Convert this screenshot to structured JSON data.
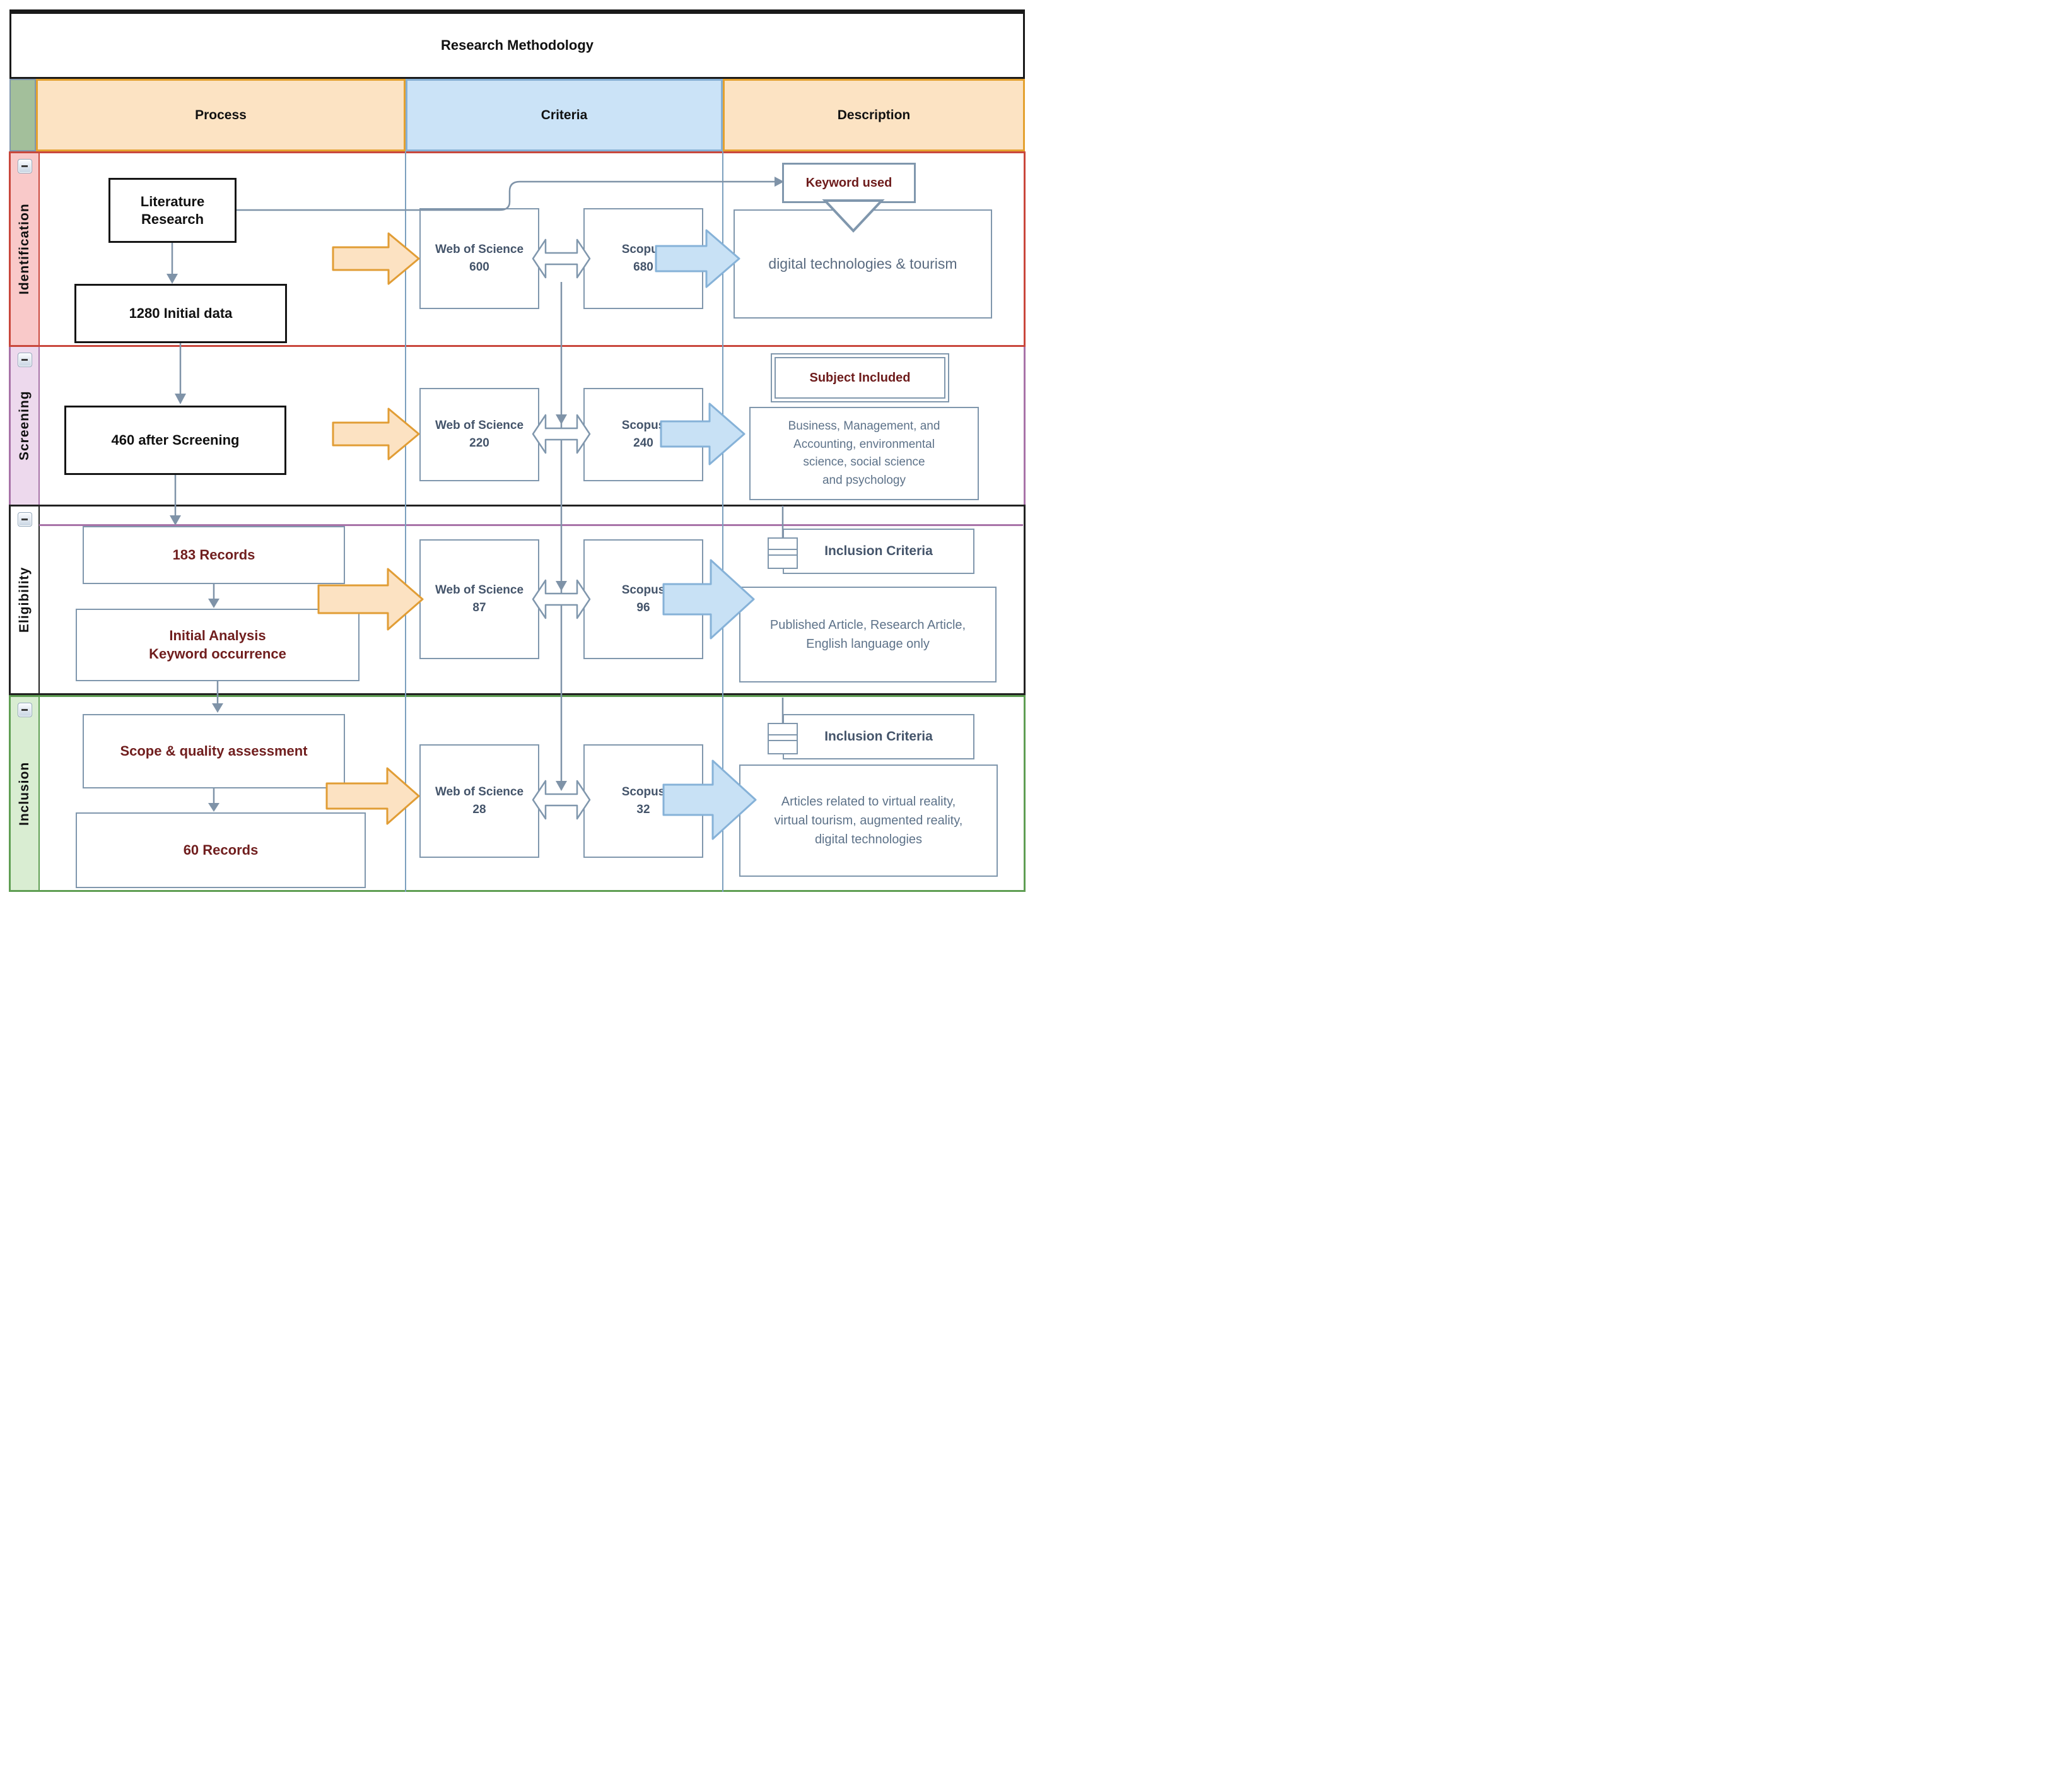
{
  "title": "Research Methodology",
  "columns": {
    "process": "Process",
    "criteria": "Criteria",
    "description": "Description"
  },
  "icons": {
    "collapse": "collapse-minus-icon",
    "criteria_marker": "table-icon"
  },
  "identification": {
    "label": "Identification",
    "literature_line1": "Literature",
    "literature_line2": "Research",
    "initial_data": "1280 Initial data",
    "web_of_science": {
      "name": "Web of Science",
      "value": "600"
    },
    "scopus": {
      "name": "Scopus",
      "value": "680"
    },
    "keyword_title": "Keyword used",
    "keyword_value": "digital technologies & tourism"
  },
  "screening": {
    "label": "Screening",
    "after_screening": "460 after Screening",
    "web_of_science": {
      "name": "Web of Science",
      "value": "220"
    },
    "scopus": {
      "name": "Scopus",
      "value": "240"
    },
    "subject_title": "Subject Included",
    "subject_lines": [
      "Business, Management, and",
      "Accounting, environmental",
      "science, social science",
      "and psychology"
    ]
  },
  "eligibility": {
    "label": "Eligibility",
    "records": "183 Records",
    "analysis_line1": "Initial Analysis",
    "analysis_line2": "Keyword occurrence",
    "web_of_science": {
      "name": "Web of Science",
      "value": "87"
    },
    "scopus": {
      "name": "Scopus",
      "value": "96"
    },
    "criteria_title": "Inclusion Criteria",
    "criteria_lines": [
      "Published Article, Research Article,",
      "English language only"
    ]
  },
  "inclusion": {
    "label": "Inclusion",
    "assessment": "Scope & quality assessment",
    "records": "60 Records",
    "web_of_science": {
      "name": "Web of Science",
      "value": "28"
    },
    "scopus": {
      "name": "Scopus",
      "value": "32"
    },
    "criteria_title": "Inclusion Criteria",
    "criteria_lines": [
      "Articles related to virtual reality,",
      "virtual tourism, augmented reality,",
      "digital technologies"
    ]
  },
  "colors": {
    "identification_band": "#F9C9C9",
    "identification_border": "#C9473C",
    "screening_band": "#EDD9ED",
    "screening_border": "#A873A8",
    "eligibility_band": "#FFFFFF",
    "eligibility_border": "#222222",
    "inclusion_band": "#D9EDD2",
    "inclusion_border": "#5F9E53",
    "header_orange": "#FCE3C3",
    "header_orange_border": "#E4A12F",
    "header_blue": "#CBE3F7",
    "header_blue_border": "#85AFD4",
    "corner_green": "#A3BF9B",
    "box_border": "#8097AD",
    "maroon_text": "#701E1E",
    "navy_text": "#44546A",
    "description_text": "#5D7289",
    "arrow_orange_fill": "#FCE2C2",
    "arrow_orange_stroke": "#E19D35",
    "arrow_blue_fill": "#C8E1F5",
    "arrow_blue_stroke": "#86B2D8",
    "connector": "#7F93A8"
  }
}
